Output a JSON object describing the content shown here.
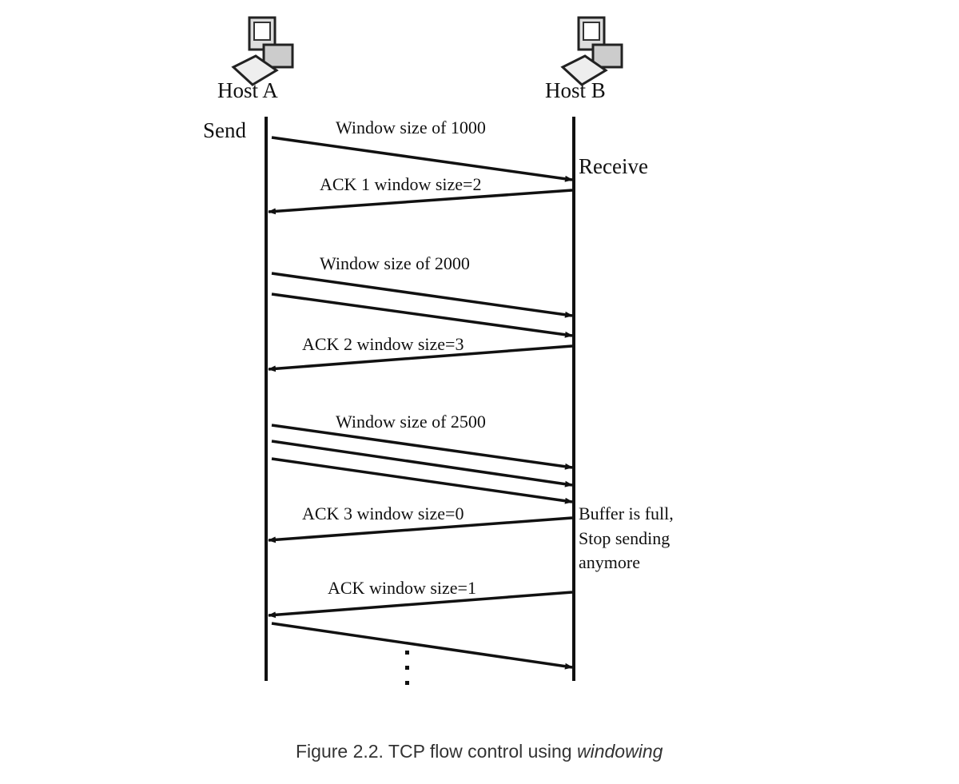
{
  "hosts": {
    "a": "Host A",
    "b": "Host B"
  },
  "side_labels": {
    "send": "Send",
    "receive": "Receive"
  },
  "messages": [
    "Window size of 1000",
    "ACK 1 window size=2",
    "Window size of 2000",
    "ACK 2 window size=3",
    "Window size of 2500",
    "ACK 3 window size=0",
    "ACK window size=1"
  ],
  "buffer_note": [
    "Buffer is full,",
    "Stop sending",
    "anymore"
  ],
  "caption": {
    "prefix": "Figure 2.2. TCP flow control using ",
    "emphasis": "windowing"
  },
  "icons": [
    "computer-icon",
    "computer-icon"
  ]
}
